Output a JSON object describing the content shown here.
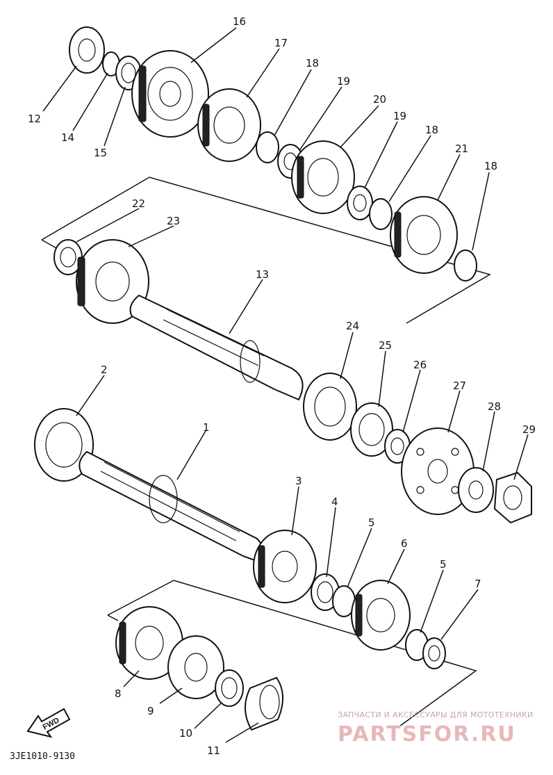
{
  "diagram": {
    "callouts": [
      "1",
      "2",
      "3",
      "4",
      "5",
      "5",
      "6",
      "7",
      "8",
      "9",
      "10",
      "11",
      "12",
      "13",
      "14",
      "15",
      "16",
      "17",
      "18",
      "18",
      "18",
      "19",
      "19",
      "20",
      "21",
      "22",
      "23",
      "24",
      "25",
      "26",
      "27",
      "28",
      "29"
    ],
    "drawing_code": "3JE1010-9130",
    "fwd_label": "FWD"
  },
  "watermark": {
    "tagline": "ЗАПЧАСТИ И АКСЕССУАРЫ ДЛЯ МОТОТЕХНИКИ",
    "brand": "PARTSFOR.RU"
  }
}
